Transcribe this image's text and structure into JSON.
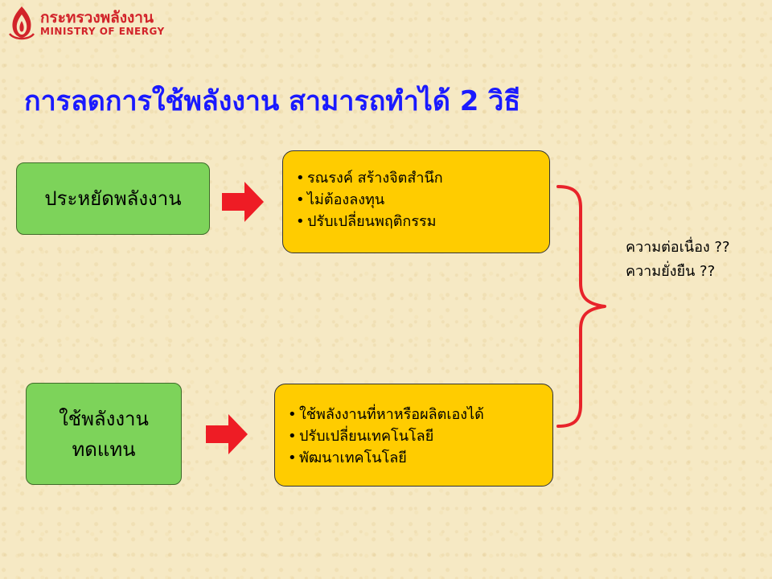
{
  "logo": {
    "name_th": "กระทรวงพลังงาน",
    "name_en": "MINISTRY OF ENERGY"
  },
  "title": "การลดการใช้พลังงาน สามารถทำได้ 2 วิธี",
  "methods": [
    {
      "label_line1": "ประหยัดพลังงาน",
      "label_line2": "",
      "points": [
        "รณรงค์ สร้างจิตสำนึก",
        "ไม่ต้องลงทุน",
        "ปรับเปลี่ยนพฤติกรรม"
      ]
    },
    {
      "label_line1": "ใช้พลังงาน",
      "label_line2": "ทดแทน",
      "points": [
        "ใช้พลังงานที่หาหรือผลิตเองได้",
        "ปรับเปลี่ยนเทคโนโลยี",
        "พัฒนาเทคโนโลยี"
      ]
    }
  ],
  "questions": [
    "ความต่อเนื่อง ??",
    "ความยั่งยืน ??"
  ],
  "colors": {
    "title": "#1a1aff",
    "logo": "#d2232a",
    "green_box": "#7dd35a",
    "yellow_box": "#ffcc00",
    "arrow": "#ee1c25",
    "brace": "#e8232a",
    "background": "#f6e9c4"
  }
}
